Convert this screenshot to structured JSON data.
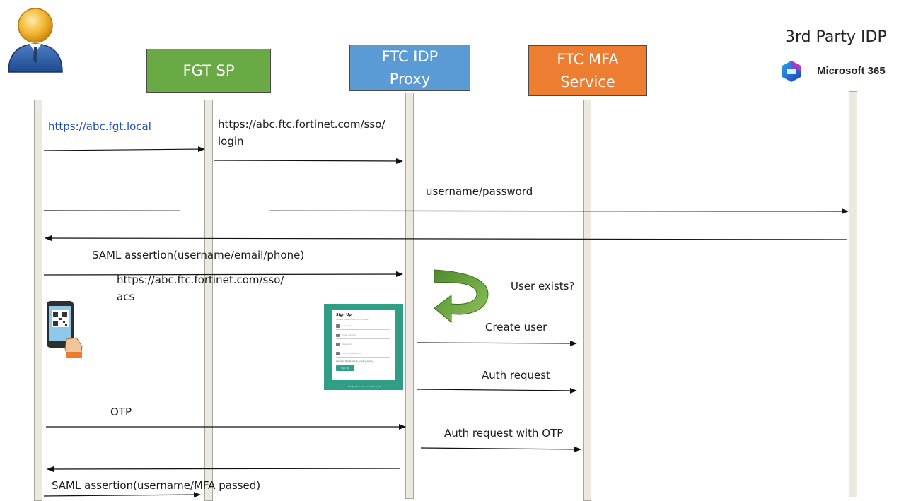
{
  "actors": {
    "fgt_sp": {
      "label": "FGT SP",
      "color": "#6aaa45"
    },
    "ftc_idp_proxy": {
      "label_line1": "FTC IDP",
      "label_line2": "Proxy",
      "color": "#5b9bd5"
    },
    "ftc_mfa": {
      "label_line1": "FTC MFA",
      "label_line2": "Service",
      "color": "#ed7d31"
    },
    "third_party": {
      "title": "3rd Party IDP",
      "product": "Microsoft 365"
    }
  },
  "messages": {
    "m1_prefix": "https://",
    "m1_link": "abc.fgt.local",
    "m2_line1": "https://abc.ftc.fortinet.com/sso/",
    "m2_line2": "login",
    "m3": "username/password",
    "m4": "SAML assertion(username/email/phone)",
    "m5_line1": "https://abc.ftc.fortinet.com/sso/",
    "m5_line2": "acs",
    "user_exists": "User exists?",
    "create_user": "Create user",
    "auth_request": "Auth request",
    "otp": "OTP",
    "auth_request_otp": "Auth request with OTP",
    "m_final": "SAML assertion(username/MFA passed)"
  },
  "signup_form": {
    "title": "Sign Up",
    "subtitle": "Create an account to continue",
    "fields": [
      "Username",
      "Email address",
      "Password",
      "Confirm password"
    ],
    "terms": "I accept the terms & privacy policy",
    "button": "Sign Up",
    "footer": "Already have an account? Log in"
  },
  "icons": {
    "user": "user-avatar-icon",
    "phone": "phone-qr-icon",
    "microsoft": "microsoft-365-icon",
    "loop": "curved-arrow-icon"
  }
}
